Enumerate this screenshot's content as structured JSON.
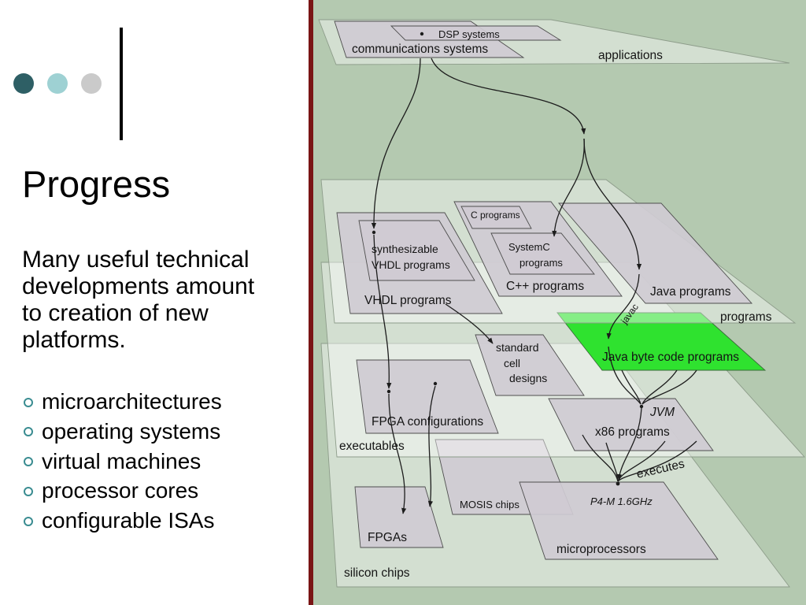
{
  "slide": {
    "title": "Progress",
    "body_lines": [
      "Many useful technical",
      "developments amount",
      "to creation of new",
      "platforms."
    ],
    "bullets": [
      "microarchitectures",
      "operating systems",
      "virtual machines",
      "processor cores",
      "configurable ISAs"
    ],
    "bullet_icon": "circle-bullet-icon"
  },
  "diagram": {
    "applications": {
      "layer_label": "applications",
      "communications_systems": "communications systems",
      "dsp_systems": "DSP systems"
    },
    "programs": {
      "layer_label": "programs",
      "vhdl_programs": "VHDL programs",
      "synthesizable_vhdl_programs": [
        "synthesizable",
        "VHDL programs"
      ],
      "cpp_programs": "C++ programs",
      "c_programs": "C programs",
      "systemc_programs": [
        "SystemC",
        "programs"
      ],
      "java_programs": "Java programs",
      "javac": "javac",
      "java_byte_code_programs": "Java byte code programs"
    },
    "executables": {
      "layer_label": "executables",
      "standard_cell_designs": [
        "standard",
        "cell",
        "designs"
      ],
      "fpga_configurations": "FPGA configurations",
      "jvm": "JVM",
      "x86_programs": "x86 programs"
    },
    "silicon_chips": {
      "layer_label": "silicon chips",
      "fpgas": "FPGAs",
      "mosis_chips": "MOSIS chips",
      "microprocessors": "microprocessors",
      "p4m": "P4-M 1.6GHz",
      "executes": "executes"
    }
  },
  "theme": {
    "slide_bg": "#ffffff",
    "text": "#000000",
    "divider": "#7a1515",
    "diagram_bg": "#b4c9b0",
    "box_fill": "#cfcbd3",
    "highlight": "#2fe22f",
    "bullet": "#3a8c91",
    "dots": [
      "#2e5f65",
      "#9ed1d3",
      "#cacaca"
    ]
  }
}
